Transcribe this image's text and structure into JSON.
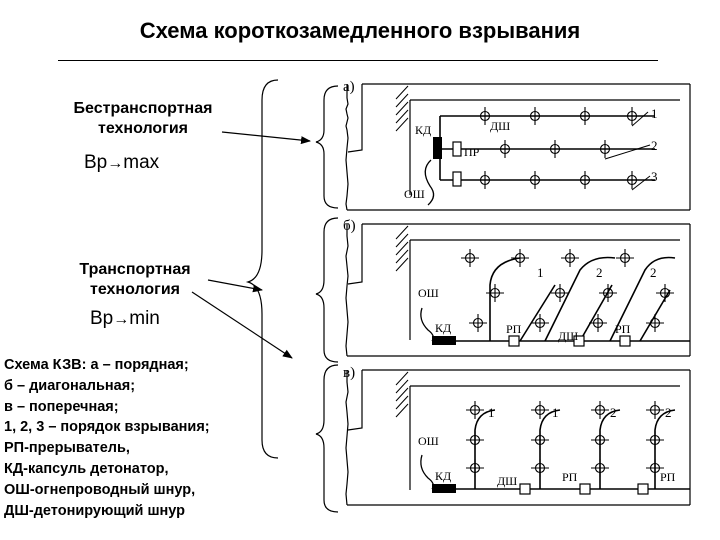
{
  "title": "Схема короткозамедленного взрывания",
  "left_panel": {
    "group1_label_line1": "Бестранспортная",
    "group1_label_line2": "технология",
    "group1_formula_prefix": "Вр",
    "group1_formula_arrow": "→",
    "group1_formula_suffix": "max",
    "group2_label_line1": "Транспортная",
    "group2_label_line2": "технология",
    "group2_formula_prefix": "Вр",
    "group2_formula_arrow": "→",
    "group2_formula_suffix": "min"
  },
  "legend_lines": [
    "Схема КЗВ: а – порядная;",
    "б – диагональная;",
    "в – поперечная;",
    "1, 2, 3 – порядок взрывания;",
    "РП-прерыватель,",
    "КД-капсуль детонатор,",
    "ОШ-огнепроводный шнур,",
    "ДШ-детонирующий шнур"
  ],
  "diagram": {
    "panel_a_label": "а)",
    "panel_b_label": "б)",
    "panel_c_label": "в)",
    "kd": "КД",
    "dsh": "ДШ",
    "pr": "ПР",
    "osh": "ОШ",
    "rp": "РП",
    "n1": "1",
    "n2": "2",
    "n3": "3"
  }
}
